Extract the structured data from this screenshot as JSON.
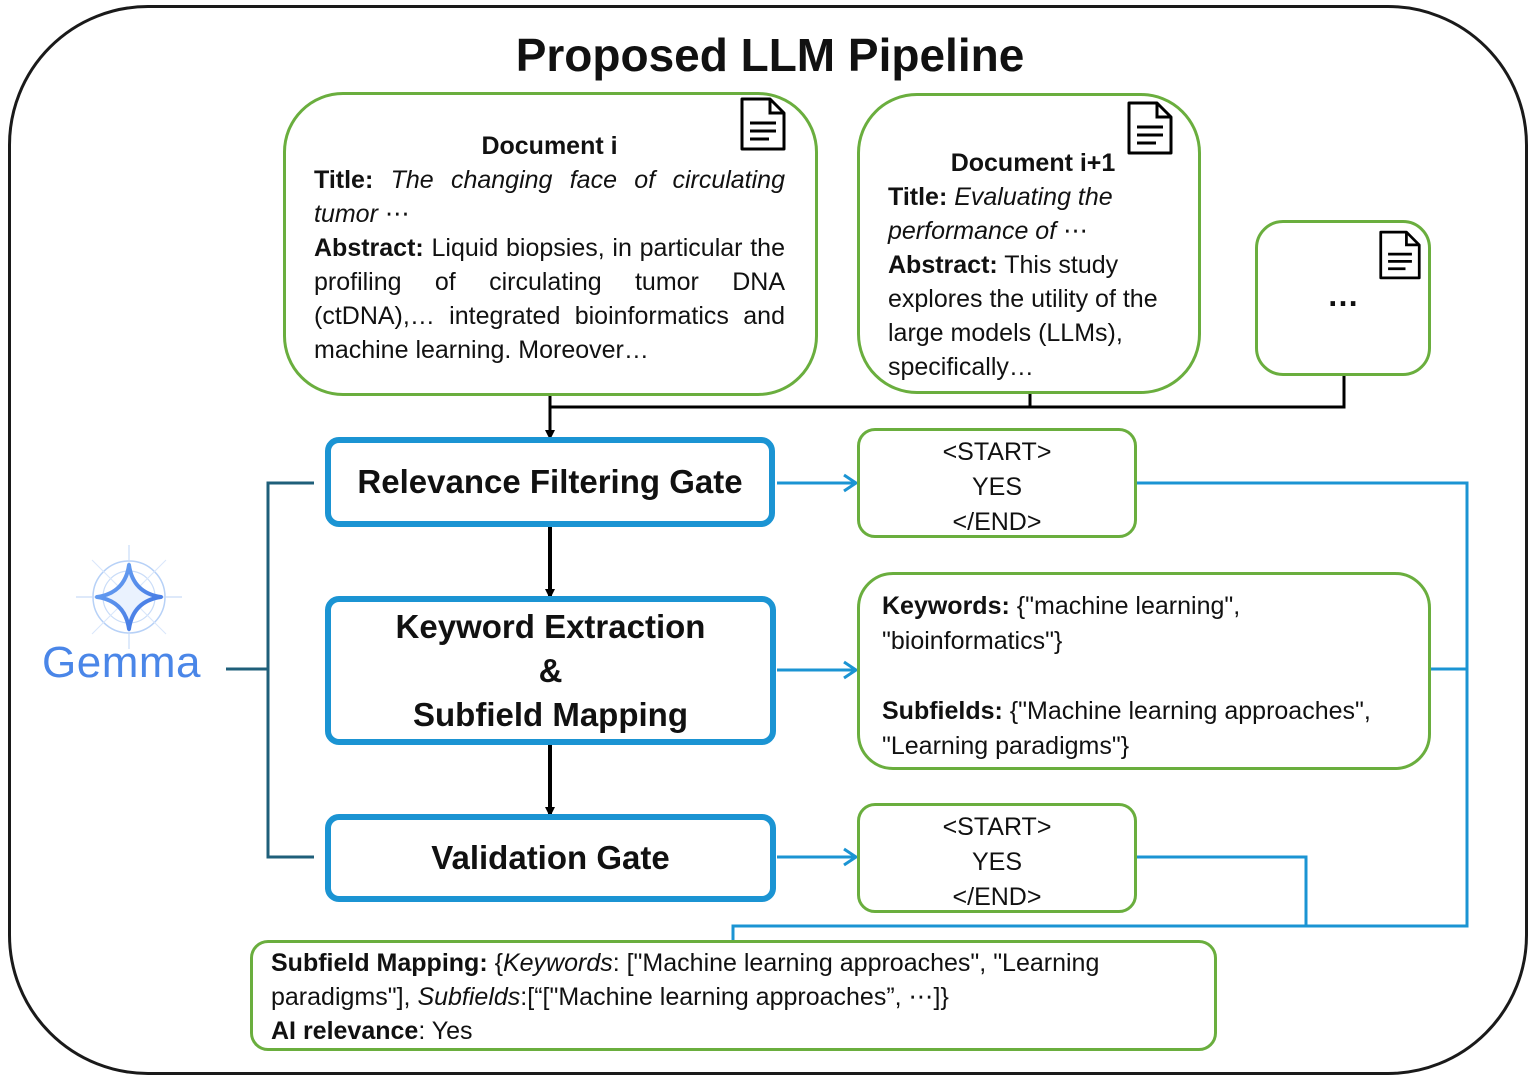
{
  "title": "Proposed LLM Pipeline",
  "documents": {
    "doc_i": {
      "heading": "Document i",
      "title_label": "Title:",
      "title_text": "The changing face of circulating tumor ⋯",
      "abstract_label": "Abstract:",
      "abstract_text": "Liquid biopsies, in particular the profiling of circulating tumor DNA (ctDNA),… integrated bioinformatics and machine learning. Moreover…"
    },
    "doc_i1": {
      "heading": "Document i+1",
      "title_label": "Title:",
      "title_text": "Evaluating the performance of ⋯",
      "abstract_label": "Abstract:",
      "abstract_text": "This study explores the utility of the large models (LLMs), specifically…"
    },
    "doc_more": {
      "text": "…"
    }
  },
  "gates": {
    "relevance": "Relevance Filtering Gate",
    "keyword_line1": "Keyword Extraction",
    "keyword_line2": "&",
    "keyword_line3": "Subfield Mapping",
    "validation": "Validation Gate"
  },
  "outputs": {
    "relevance": {
      "line1": "<START>",
      "line2": "YES",
      "line3": "</END>"
    },
    "keywords": {
      "keywords_label": "Keywords:",
      "keywords_value": "{\"machine learning\", \"bioinformatics\"}",
      "subfields_label": "Subfields:",
      "subfields_value": "{\"Machine learning approaches\", \"Learning paradigms\"}"
    },
    "validation": {
      "line1": "<START>",
      "line2": "YES",
      "line3": "</END>"
    }
  },
  "final": {
    "mapping_label": "Subfield Mapping:",
    "brace_open": "{",
    "keywords_key": "Keywords",
    "keywords_value": ": [\"Machine learning approaches\", \"Learning paradigms\"], ",
    "subfields_key": "Subfields",
    "subfields_value": ":[“[\"Machine learning approaches”, ⋯]}",
    "ai_label": "AI relevance",
    "ai_value": ": Yes"
  },
  "model": {
    "name": "Gemma"
  },
  "colors": {
    "green_border": "#6aae3e",
    "blue_gate": "#1b94d3",
    "teal_line": "#1f5f7a",
    "gemma_blue": "#4a86e8"
  },
  "icons": [
    "document-icon",
    "gemma-sparkle-icon"
  ]
}
